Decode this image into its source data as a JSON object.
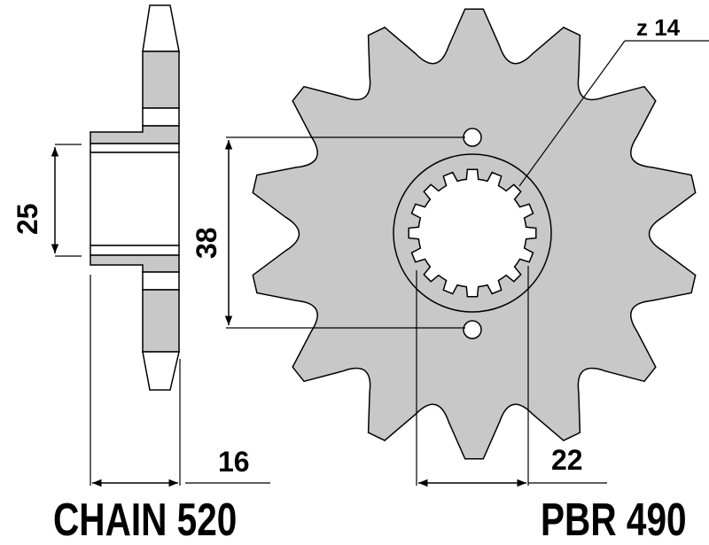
{
  "labels": {
    "teeth": "z 14",
    "bore_diameter": "25",
    "hole_spacing": "38",
    "width": "16",
    "spline_width": "22",
    "chain": "CHAIN 520",
    "part_number": "PBR 490"
  },
  "gear": {
    "teeth": 14,
    "spline_teeth": 16
  },
  "colors": {
    "fill": "#c8c8c8",
    "line": "#000000"
  }
}
